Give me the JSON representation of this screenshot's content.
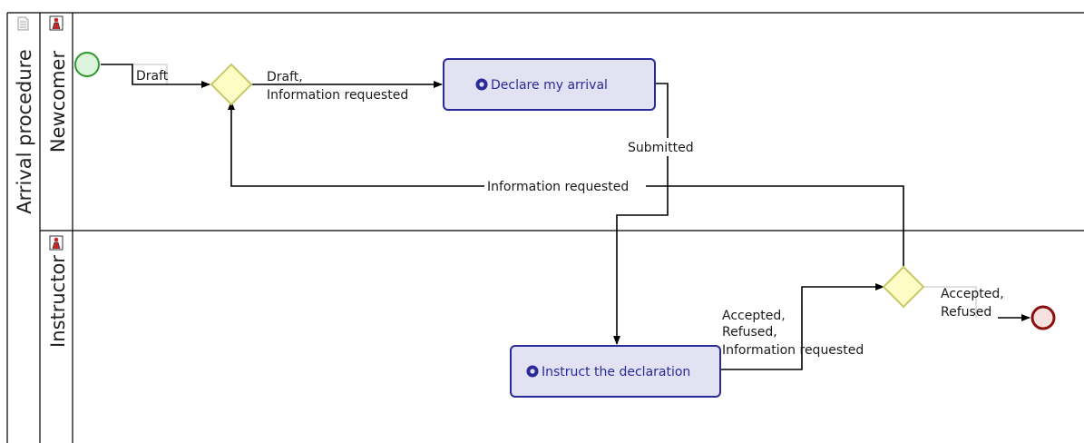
{
  "pool": {
    "title": "Arrival procedure"
  },
  "lanes": {
    "newcomer": {
      "title": "Newcomer"
    },
    "instructor": {
      "title": "Instructor"
    }
  },
  "tasks": {
    "declare": {
      "label": "Declare my arrival",
      "icon": "gear-icon"
    },
    "instruct": {
      "label": "Instruct the declaration",
      "icon": "gear-icon"
    }
  },
  "flows": {
    "start_to_gateway": {
      "label": "Draft"
    },
    "gateway_to_declare": {
      "line1": "Draft,",
      "line2": "Information requested"
    },
    "declare_to_instruct": {
      "label": "Submitted"
    },
    "gateway2_to_gateway1": {
      "label": "Information requested"
    },
    "instruct_to_gateway2": {
      "line1": "Accepted,",
      "line2": "Refused,",
      "line3": "Information requested"
    },
    "gateway2_to_end": {
      "line1": "Accepted,",
      "line2": "Refused"
    }
  },
  "colors": {
    "task_fill": "#e2e2f3",
    "task_stroke": "#2a2a9a",
    "gateway_fill": "#fcfcc4",
    "gateway_stroke": "#c8c864",
    "start_stroke": "#2e9a2e",
    "start_fill": "#dcf3dc",
    "end_stroke": "#8a1010",
    "end_fill": "#f6e0e0"
  }
}
